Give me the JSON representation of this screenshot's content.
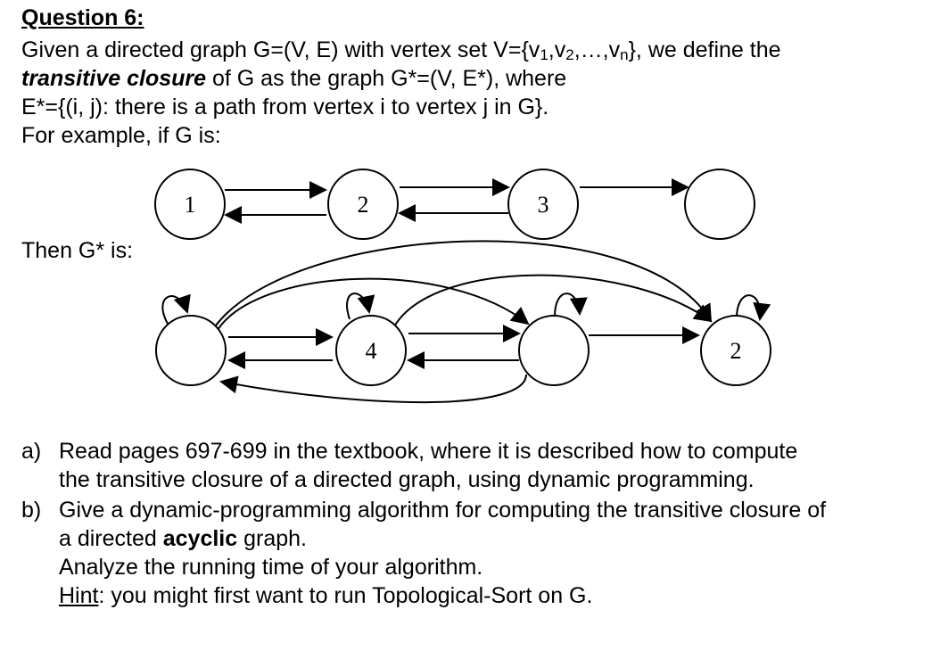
{
  "question": {
    "title": "Question 6:",
    "line1_pre": "Given a directed graph G=(V, E) with vertex set V={v",
    "sub1": "1",
    "comma1": ",v",
    "sub2": "2",
    "dots": ",…,v",
    "subn": "n",
    "line1_post": "}, we define the",
    "term": "transitive closure",
    "line2_post": " of G as the graph G*=(V, E*), where",
    "line3": "E*={(i, j): there is a path from vertex i to vertex j in G}.",
    "line4": "For example, if G is:"
  },
  "graph_g": {
    "node_labels": [
      "1",
      "2",
      "3",
      ""
    ]
  },
  "closure_label": "Then G* is:",
  "graph_gstar": {
    "node_labels": [
      "",
      "4",
      "",
      "2"
    ]
  },
  "items": {
    "a_marker": "a)",
    "a_line1": "Read pages 697-699 in the textbook, where it is described how to compute",
    "a_line2": "the transitive closure of a directed graph, using dynamic programming.",
    "b_marker": "b)",
    "b_line1": "Give a dynamic-programming algorithm for computing the transitive closure of",
    "b_line2_pre": "a directed ",
    "b_line2_bold": "acyclic",
    "b_line2_post": " graph.",
    "b_line3": "Analyze the running time of your algorithm.",
    "hint_label": "Hint",
    "hint_text": ": you might first want to run Topological-Sort on G."
  }
}
